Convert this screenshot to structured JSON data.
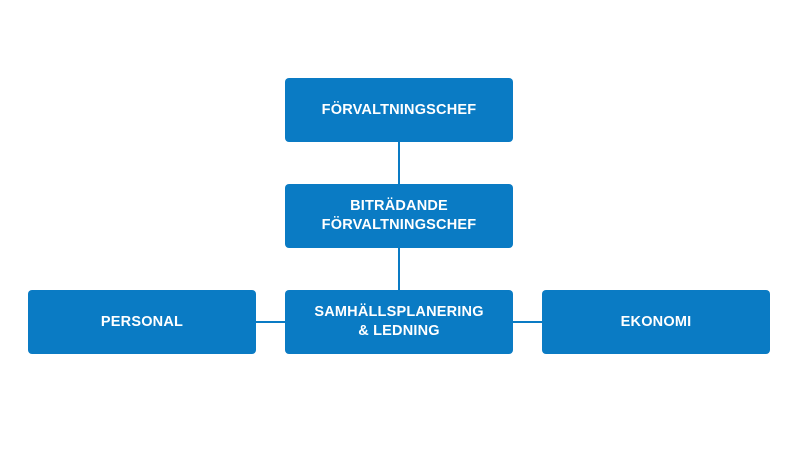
{
  "chart": {
    "nodes": {
      "chief": {
        "label": "FÖRVALTNINGSCHEF"
      },
      "deputy": {
        "line1": "BITRÄDANDE",
        "line2": "FÖRVALTNINGSCHEF"
      },
      "personnel": {
        "label": "PERSONAL"
      },
      "planning": {
        "line1": "SAMHÄLLSPLANERING",
        "line2": "& LEDNING"
      },
      "economy": {
        "label": "EKONOMI"
      }
    },
    "colors": {
      "box": "#0a7bc4",
      "text": "#ffffff",
      "line": "#0a7bc4"
    }
  }
}
